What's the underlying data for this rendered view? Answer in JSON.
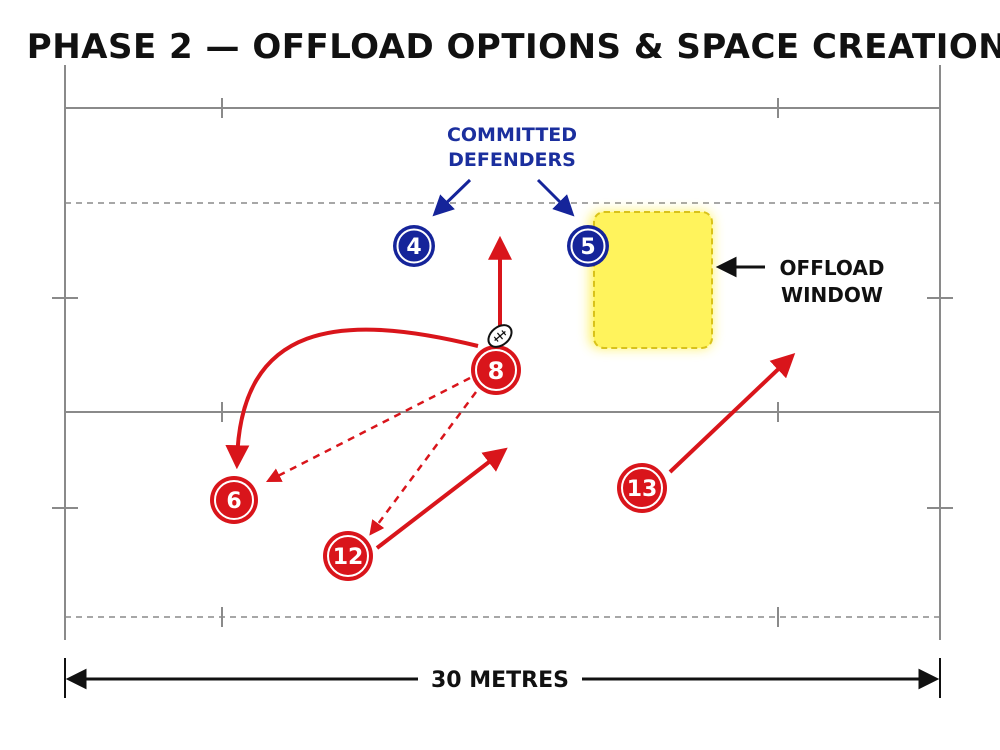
{
  "title": "PHASE 2 — OFFLOAD OPTIONS & SPACE CREATION",
  "annotations": {
    "committed_line1": "COMMITTED",
    "committed_line2": "DEFENDERS",
    "offload_line1": "OFFLOAD",
    "offload_line2": "WINDOW"
  },
  "dimension_label": "30 METRES",
  "colors": {
    "attack": "#d9151b",
    "defence": "#15249a",
    "window": "#fff04a",
    "pitch_line": "#8a8a8a"
  },
  "defenders": [
    {
      "number": "4"
    },
    {
      "number": "5"
    }
  ],
  "attackers": [
    {
      "number": "8",
      "role": "ball-carrier"
    },
    {
      "number": "6"
    },
    {
      "number": "12"
    },
    {
      "number": "13"
    }
  ],
  "ball_icon": "rugby-ball-icon"
}
